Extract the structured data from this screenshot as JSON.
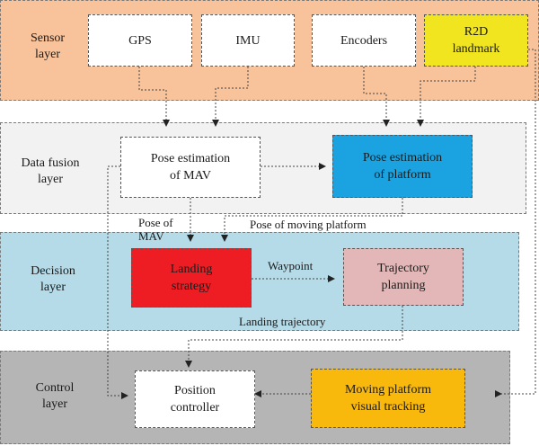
{
  "layers": {
    "sensor": {
      "label": "Sensor\nlayer",
      "color": "#f8c29a"
    },
    "fusion": {
      "label": "Data fusion\nlayer",
      "color": "#f2f2f2"
    },
    "decision": {
      "label": "Decision\nlayer",
      "color": "#b5dbe8"
    },
    "control": {
      "label": "Control\nlayer",
      "color": "#b5b5b5"
    }
  },
  "nodes": {
    "gps": {
      "label": "GPS",
      "color": "#ffffff"
    },
    "imu": {
      "label": "IMU",
      "color": "#ffffff"
    },
    "encoders": {
      "label": "Encoders",
      "color": "#ffffff"
    },
    "r2d": {
      "label": "R2D\nlandmark",
      "color": "#f0e51f"
    },
    "pose_mav": {
      "label": "Pose estimation\nof MAV",
      "color": "#ffffff"
    },
    "pose_platform": {
      "label": "Pose estimation\nof platform",
      "color": "#1aa3e0"
    },
    "landing_strategy": {
      "label": "Landing\nstrategy",
      "color": "#ee1c23"
    },
    "trajectory_planning": {
      "label": "Trajectory\nplanning",
      "color": "#e3b7b7"
    },
    "position_controller": {
      "label": "Position\ncontroller",
      "color": "#ffffff"
    },
    "visual_tracking": {
      "label": "Moving platform\nvisual tracking",
      "color": "#f8b80c"
    }
  },
  "edge_labels": {
    "pose_of_mav": "Pose of\nMAV",
    "pose_of_platform": "Pose of moving platform",
    "waypoint": "Waypoint",
    "landing_trajectory": "Landing trajectory"
  }
}
